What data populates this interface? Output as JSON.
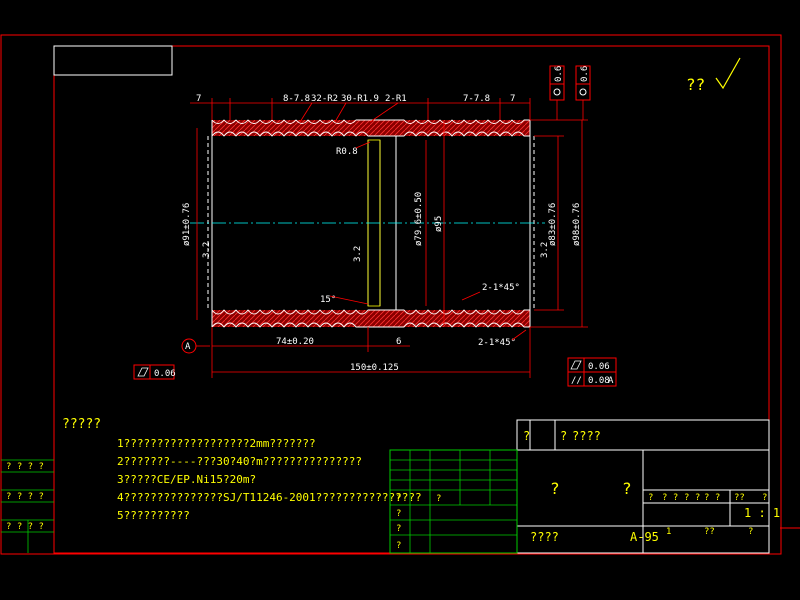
{
  "drawing": {
    "roughness_mark": "??",
    "dimensions": {
      "pitch_left": "7",
      "groove_left": "8-7.8",
      "radius_a": "32-R2",
      "radius_b": "30-R1.9",
      "radius_c": "2-R1",
      "groove_right": "7-7.8",
      "pitch_right": "7",
      "corner_radius": "R0.8",
      "dia_left": "ø91±0.76",
      "dia_inner": "ø79.6±0.50",
      "dia_bore": "ø95",
      "dia_right_a": "ø83±0.76",
      "dia_right_b": "ø98±0.76",
      "angle": "15°",
      "chamfer_a": "2-1*45°",
      "chamfer_b": "2-1*45°",
      "len_left": "74±0.20",
      "len_step": "6",
      "len_total": "150±0.125",
      "small_left": "3.2",
      "small_mid": "3.2",
      "small_right": "3.2"
    },
    "datum_label": "A",
    "tolerances": {
      "flatness_left": "0.06",
      "flatness_right": "0.06",
      "parallel_right": "0.08",
      "parallel_datum": "A",
      "top_box_a": "0.6",
      "top_box_b": "0.6"
    }
  },
  "notes": {
    "title": "?????",
    "lines": [
      "1???????????????????2mm???????",
      "2???????----???30?40?m???????????????",
      "3?????CE/EP.Ni15?20m?",
      "4???????????????SJ/T11246-2001????????????????",
      "5??????????"
    ]
  },
  "title_block": {
    "top_left": "?",
    "top_mid": "?",
    "top_right": "????",
    "big_a": "?",
    "big_b": "?",
    "name": "????",
    "code": "A-95",
    "scale": "1 : 1",
    "head_cells": [
      "?",
      "? ?",
      "? ?",
      "? ?",
      "??",
      "?"
    ],
    "row_marks": [
      "?",
      "?",
      "?",
      "?",
      "?"
    ],
    "left_cells": [
      "? ? ? ?",
      "? ? ? ?",
      "? ?   ? ?"
    ],
    "bottom_cells": [
      "1",
      "??",
      "?"
    ]
  }
}
